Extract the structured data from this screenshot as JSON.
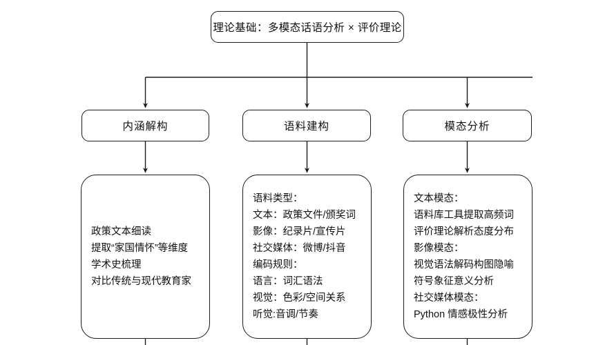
{
  "diagram": {
    "title": "理论基础：多模态话语分析 × 评价理论",
    "background_color": "#ffffff",
    "line_color": "#1a1a1a",
    "node_fill": "#ffffff",
    "root": {
      "label": "理论基础：多模态话语分析 × 评价理论"
    },
    "branches": [
      {
        "stage_label": "内涵解构",
        "detail_lines": [
          "政策文本细读",
          "提取“家国情怀”等维度",
          "学术史梳理",
          "对比传统与现代教育家"
        ]
      },
      {
        "stage_label": "语料建构",
        "detail_lines": [
          "语料类型：",
          "文本：政策文件/颁奖词",
          "影像：纪录片/宣传片",
          "社交媒体：微博/抖音",
          "编码规则：",
          "语言：词汇语法",
          "视觉：色彩/空间关系",
          "听觉:音调/节奏"
        ]
      },
      {
        "stage_label": "模态分析",
        "detail_lines": [
          "文本模态：",
          "语料库工具提取高频词",
          "评价理论解析态度分布",
          "影像模态：",
          "视觉语法解码构图隐喻",
          "符号象征意义分析",
          "社交媒体模态：",
          "Python 情感极性分析"
        ]
      }
    ]
  }
}
